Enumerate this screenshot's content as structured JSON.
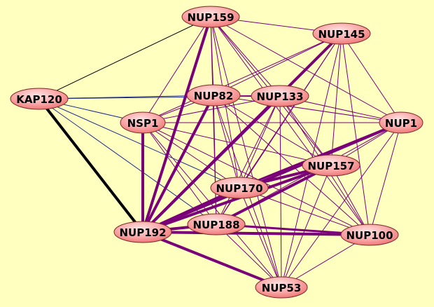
{
  "graph": {
    "nodes": [
      {
        "id": "NUP159",
        "label": "NUP159"
      },
      {
        "id": "NUP145",
        "label": "NUP145"
      },
      {
        "id": "KAP120",
        "label": "KAP120"
      },
      {
        "id": "NUP82",
        "label": "NUP82"
      },
      {
        "id": "NUP133",
        "label": "NUP133"
      },
      {
        "id": "NSP1",
        "label": "NSP1"
      },
      {
        "id": "NUP1",
        "label": "NUP1"
      },
      {
        "id": "NUP157",
        "label": "NUP157"
      },
      {
        "id": "NUP170",
        "label": "NUP170"
      },
      {
        "id": "NUP192",
        "label": "NUP192"
      },
      {
        "id": "NUP188",
        "label": "NUP188"
      },
      {
        "id": "NUP100",
        "label": "NUP100"
      },
      {
        "id": "NUP53",
        "label": "NUP53"
      }
    ],
    "edges": [
      {
        "source": "KAP120",
        "target": "NUP192",
        "weight": "heavy",
        "color": "black"
      },
      {
        "source": "KAP120",
        "target": "NUP159",
        "weight": "thin",
        "color": "black"
      },
      {
        "source": "KAP120",
        "target": "NUP82",
        "weight": "thin",
        "color": "blue"
      },
      {
        "source": "KAP120",
        "target": "NUP133",
        "weight": "thin",
        "color": "blue"
      },
      {
        "source": "KAP120",
        "target": "NSP1",
        "weight": "thin",
        "color": "blue"
      },
      {
        "source": "KAP120",
        "target": "NUP170",
        "weight": "thin",
        "color": "blue"
      },
      {
        "source": "KAP120",
        "target": "NUP188",
        "weight": "thin",
        "color": "blue"
      },
      {
        "source": "NUP192",
        "target": "NUP159",
        "weight": "heavy",
        "color": "purple"
      },
      {
        "source": "NUP192",
        "target": "NUP145",
        "weight": "heavy",
        "color": "purple"
      },
      {
        "source": "NUP192",
        "target": "NUP82",
        "weight": "heavy",
        "color": "purple"
      },
      {
        "source": "NUP192",
        "target": "NUP133",
        "weight": "heavy",
        "color": "purple"
      },
      {
        "source": "NUP192",
        "target": "NSP1",
        "weight": "heavy",
        "color": "purple"
      },
      {
        "source": "NUP192",
        "target": "NUP1",
        "weight": "heavy",
        "color": "purple"
      },
      {
        "source": "NUP192",
        "target": "NUP157",
        "weight": "heavy",
        "color": "purple"
      },
      {
        "source": "NUP192",
        "target": "NUP170",
        "weight": "heavy",
        "color": "purple"
      },
      {
        "source": "NUP192",
        "target": "NUP188",
        "weight": "heavy",
        "color": "purple"
      },
      {
        "source": "NUP192",
        "target": "NUP100",
        "weight": "heavy",
        "color": "purple"
      },
      {
        "source": "NUP192",
        "target": "NUP53",
        "weight": "heavy",
        "color": "purple"
      },
      {
        "source": "NUP170",
        "target": "NUP157",
        "weight": "heavy",
        "color": "purple"
      },
      {
        "source": "NUP170",
        "target": "NUP1",
        "weight": "medium",
        "color": "purple"
      },
      {
        "source": "NUP188",
        "target": "NUP157",
        "weight": "heavy",
        "color": "purple"
      },
      {
        "source": "NUP188",
        "target": "NUP100",
        "weight": "medium",
        "color": "purple"
      },
      {
        "source": "NUP159",
        "target": "NUP145",
        "weight": "thin",
        "color": "purple"
      },
      {
        "source": "NUP159",
        "target": "NUP82",
        "weight": "thin",
        "color": "purple"
      },
      {
        "source": "NUP159",
        "target": "NUP133",
        "weight": "thin",
        "color": "purple"
      },
      {
        "source": "NUP159",
        "target": "NSP1",
        "weight": "thin",
        "color": "purple"
      },
      {
        "source": "NUP159",
        "target": "NUP1",
        "weight": "thin",
        "color": "purple"
      },
      {
        "source": "NUP159",
        "target": "NUP157",
        "weight": "thin",
        "color": "purple"
      },
      {
        "source": "NUP159",
        "target": "NUP170",
        "weight": "thin",
        "color": "purple"
      },
      {
        "source": "NUP159",
        "target": "NUP188",
        "weight": "thin",
        "color": "purple"
      },
      {
        "source": "NUP159",
        "target": "NUP100",
        "weight": "thin",
        "color": "purple"
      },
      {
        "source": "NUP159",
        "target": "NUP53",
        "weight": "thin",
        "color": "purple"
      },
      {
        "source": "NUP145",
        "target": "NUP82",
        "weight": "thin",
        "color": "purple"
      },
      {
        "source": "NUP145",
        "target": "NUP133",
        "weight": "thin",
        "color": "purple"
      },
      {
        "source": "NUP145",
        "target": "NSP1",
        "weight": "thin",
        "color": "purple"
      },
      {
        "source": "NUP145",
        "target": "NUP1",
        "weight": "thin",
        "color": "purple"
      },
      {
        "source": "NUP145",
        "target": "NUP157",
        "weight": "thin",
        "color": "purple"
      },
      {
        "source": "NUP145",
        "target": "NUP170",
        "weight": "thin",
        "color": "purple"
      },
      {
        "source": "NUP145",
        "target": "NUP188",
        "weight": "thin",
        "color": "purple"
      },
      {
        "source": "NUP145",
        "target": "NUP100",
        "weight": "thin",
        "color": "purple"
      },
      {
        "source": "NUP145",
        "target": "NUP53",
        "weight": "thin",
        "color": "purple"
      },
      {
        "source": "NUP82",
        "target": "NUP133",
        "weight": "thin",
        "color": "purple"
      },
      {
        "source": "NUP82",
        "target": "NSP1",
        "weight": "thin",
        "color": "purple"
      },
      {
        "source": "NUP82",
        "target": "NUP1",
        "weight": "thin",
        "color": "purple"
      },
      {
        "source": "NUP82",
        "target": "NUP157",
        "weight": "thin",
        "color": "purple"
      },
      {
        "source": "NUP82",
        "target": "NUP170",
        "weight": "thin",
        "color": "purple"
      },
      {
        "source": "NUP82",
        "target": "NUP188",
        "weight": "thin",
        "color": "purple"
      },
      {
        "source": "NUP82",
        "target": "NUP100",
        "weight": "thin",
        "color": "purple"
      },
      {
        "source": "NUP82",
        "target": "NUP53",
        "weight": "thin",
        "color": "purple"
      },
      {
        "source": "NUP133",
        "target": "NSP1",
        "weight": "thin",
        "color": "purple"
      },
      {
        "source": "NUP133",
        "target": "NUP1",
        "weight": "thin",
        "color": "purple"
      },
      {
        "source": "NUP133",
        "target": "NUP157",
        "weight": "thin",
        "color": "purple"
      },
      {
        "source": "NUP133",
        "target": "NUP170",
        "weight": "thin",
        "color": "purple"
      },
      {
        "source": "NUP133",
        "target": "NUP188",
        "weight": "thin",
        "color": "purple"
      },
      {
        "source": "NUP133",
        "target": "NUP100",
        "weight": "thin",
        "color": "purple"
      },
      {
        "source": "NUP133",
        "target": "NUP53",
        "weight": "thin",
        "color": "purple"
      },
      {
        "source": "NSP1",
        "target": "NUP1",
        "weight": "thin",
        "color": "purple"
      },
      {
        "source": "NSP1",
        "target": "NUP157",
        "weight": "thin",
        "color": "purple"
      },
      {
        "source": "NSP1",
        "target": "NUP170",
        "weight": "thin",
        "color": "purple"
      },
      {
        "source": "NSP1",
        "target": "NUP188",
        "weight": "thin",
        "color": "purple"
      },
      {
        "source": "NSP1",
        "target": "NUP100",
        "weight": "thin",
        "color": "purple"
      },
      {
        "source": "NSP1",
        "target": "NUP53",
        "weight": "thin",
        "color": "purple"
      },
      {
        "source": "NUP1",
        "target": "NUP157",
        "weight": "thin",
        "color": "purple"
      },
      {
        "source": "NUP1",
        "target": "NUP188",
        "weight": "thin",
        "color": "purple"
      },
      {
        "source": "NUP1",
        "target": "NUP100",
        "weight": "thin",
        "color": "purple"
      },
      {
        "source": "NUP1",
        "target": "NUP53",
        "weight": "thin",
        "color": "purple"
      },
      {
        "source": "NUP157",
        "target": "NUP100",
        "weight": "thin",
        "color": "purple"
      },
      {
        "source": "NUP157",
        "target": "NUP53",
        "weight": "thin",
        "color": "purple"
      },
      {
        "source": "NUP170",
        "target": "NUP188",
        "weight": "thin",
        "color": "purple"
      },
      {
        "source": "NUP170",
        "target": "NUP100",
        "weight": "thin",
        "color": "purple"
      },
      {
        "source": "NUP170",
        "target": "NUP53",
        "weight": "thin",
        "color": "purple"
      },
      {
        "source": "NUP188",
        "target": "NUP53",
        "weight": "thin",
        "color": "purple"
      },
      {
        "source": "NUP100",
        "target": "NUP53",
        "weight": "thin",
        "color": "purple"
      }
    ]
  },
  "colors": {
    "background": "#FFFFC0",
    "node_fill_light": "#FFD9D9",
    "node_fill_dark": "#F07878",
    "node_stroke": "#7A2A2A",
    "purple": "#7A007A",
    "blue": "#1C2C8C",
    "black": "#000000"
  }
}
